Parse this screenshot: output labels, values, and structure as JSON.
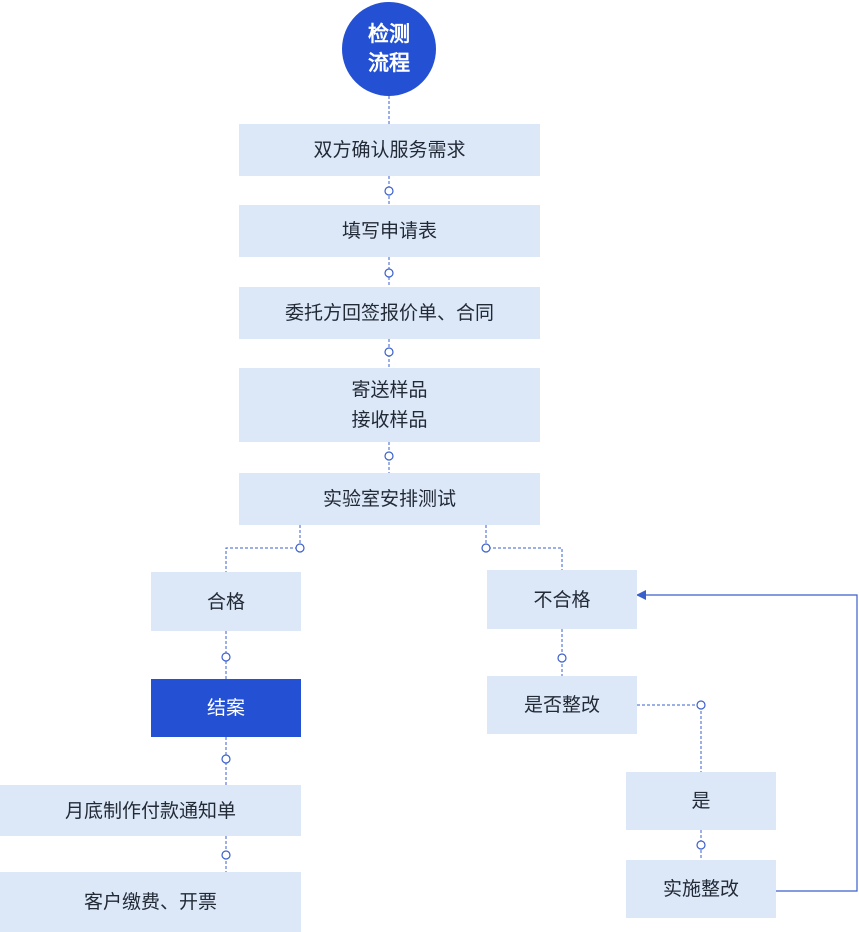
{
  "start": {
    "line1": "检测",
    "line2": "流程"
  },
  "steps": {
    "confirm": "双方确认服务需求",
    "apply": "填写申请表",
    "sign": "委托方回签报价单、合同",
    "sample_send": "寄送样品",
    "sample_receive": "接收样品",
    "arrange": "实验室安排测试"
  },
  "pass_branch": {
    "pass": "合格",
    "close": "结案",
    "notice": "月底制作付款通知单",
    "invoice": "客户缴费、开票"
  },
  "fail_branch": {
    "fail": "不合格",
    "rectify_question": "是否整改",
    "yes": "是",
    "rectify": "实施整改"
  },
  "colors": {
    "primary": "#2450d3",
    "node_fill": "#dce8f8",
    "line": "#3a5fcd",
    "text": "#222a36"
  }
}
